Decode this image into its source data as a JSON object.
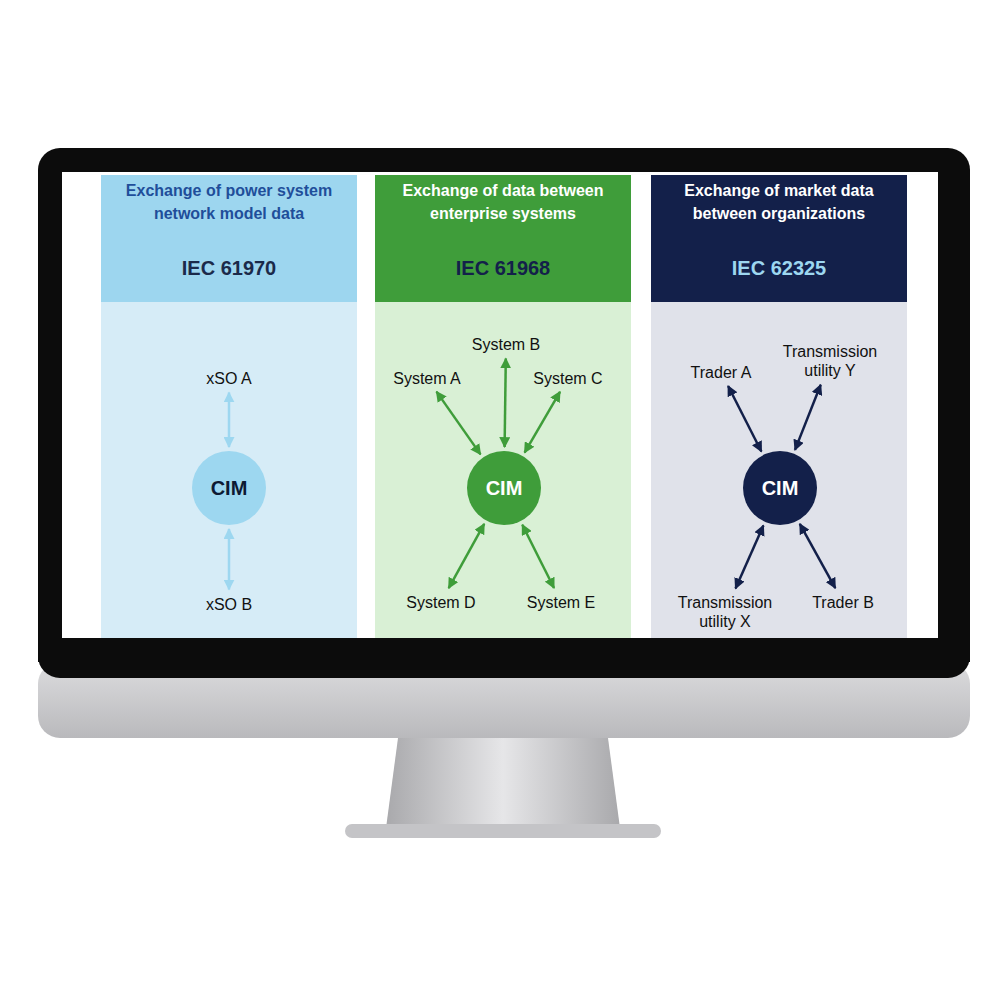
{
  "diagram": {
    "nodes": [
      {
        "text": [
          "Exchange of power system network model data",
          "IEC 61970"
        ]
      },
      {
        "text": [
          "xSO A"
        ],
        "in": 0
      },
      {
        "text": [
          "CIM"
        ],
        "in": 0
      },
      {
        "text": [
          "xSO B"
        ],
        "in": 0
      },
      {
        "text": [
          "Exchange of data between enterprise systems",
          "IEC 61968"
        ]
      },
      {
        "text": [
          "System B"
        ],
        "in": 4
      },
      {
        "text": [
          "System A"
        ],
        "in": 4
      },
      {
        "text": [
          "System C"
        ],
        "in": 4
      },
      {
        "text": [
          "CIM"
        ],
        "in": 4
      },
      {
        "text": [
          "System D"
        ],
        "in": 4
      },
      {
        "text": [
          "System E"
        ],
        "in": 4
      },
      {
        "text": [
          "Exchange of market data between organizations",
          "IEC 62325"
        ]
      },
      {
        "text": [
          "Trader A"
        ],
        "in": 11
      },
      {
        "text": [
          "Transmission utility Y"
        ],
        "in": 11
      },
      {
        "text": [
          "CIM"
        ],
        "in": 11
      },
      {
        "text": [
          "Transmission utility X"
        ],
        "in": 11
      },
      {
        "text": [
          "Trader B"
        ],
        "in": 11
      }
    ],
    "edges": [
      {
        "from": 1,
        "to": 2,
        "arrow": "both"
      },
      {
        "from": 2,
        "to": 3,
        "arrow": "both"
      },
      {
        "from": 5,
        "to": 8,
        "arrow": "both"
      },
      {
        "from": 6,
        "to": 8,
        "arrow": "both"
      },
      {
        "from": 7,
        "to": 8,
        "arrow": "both"
      },
      {
        "from": 8,
        "to": 9,
        "arrow": "both"
      },
      {
        "from": 8,
        "to": 10,
        "arrow": "both"
      },
      {
        "from": 12,
        "to": 14,
        "arrow": "both"
      },
      {
        "from": 13,
        "to": 14,
        "arrow": "both"
      },
      {
        "from": 14,
        "to": 15,
        "arrow": "both"
      },
      {
        "from": 14,
        "to": 16,
        "arrow": "both"
      }
    ]
  }
}
